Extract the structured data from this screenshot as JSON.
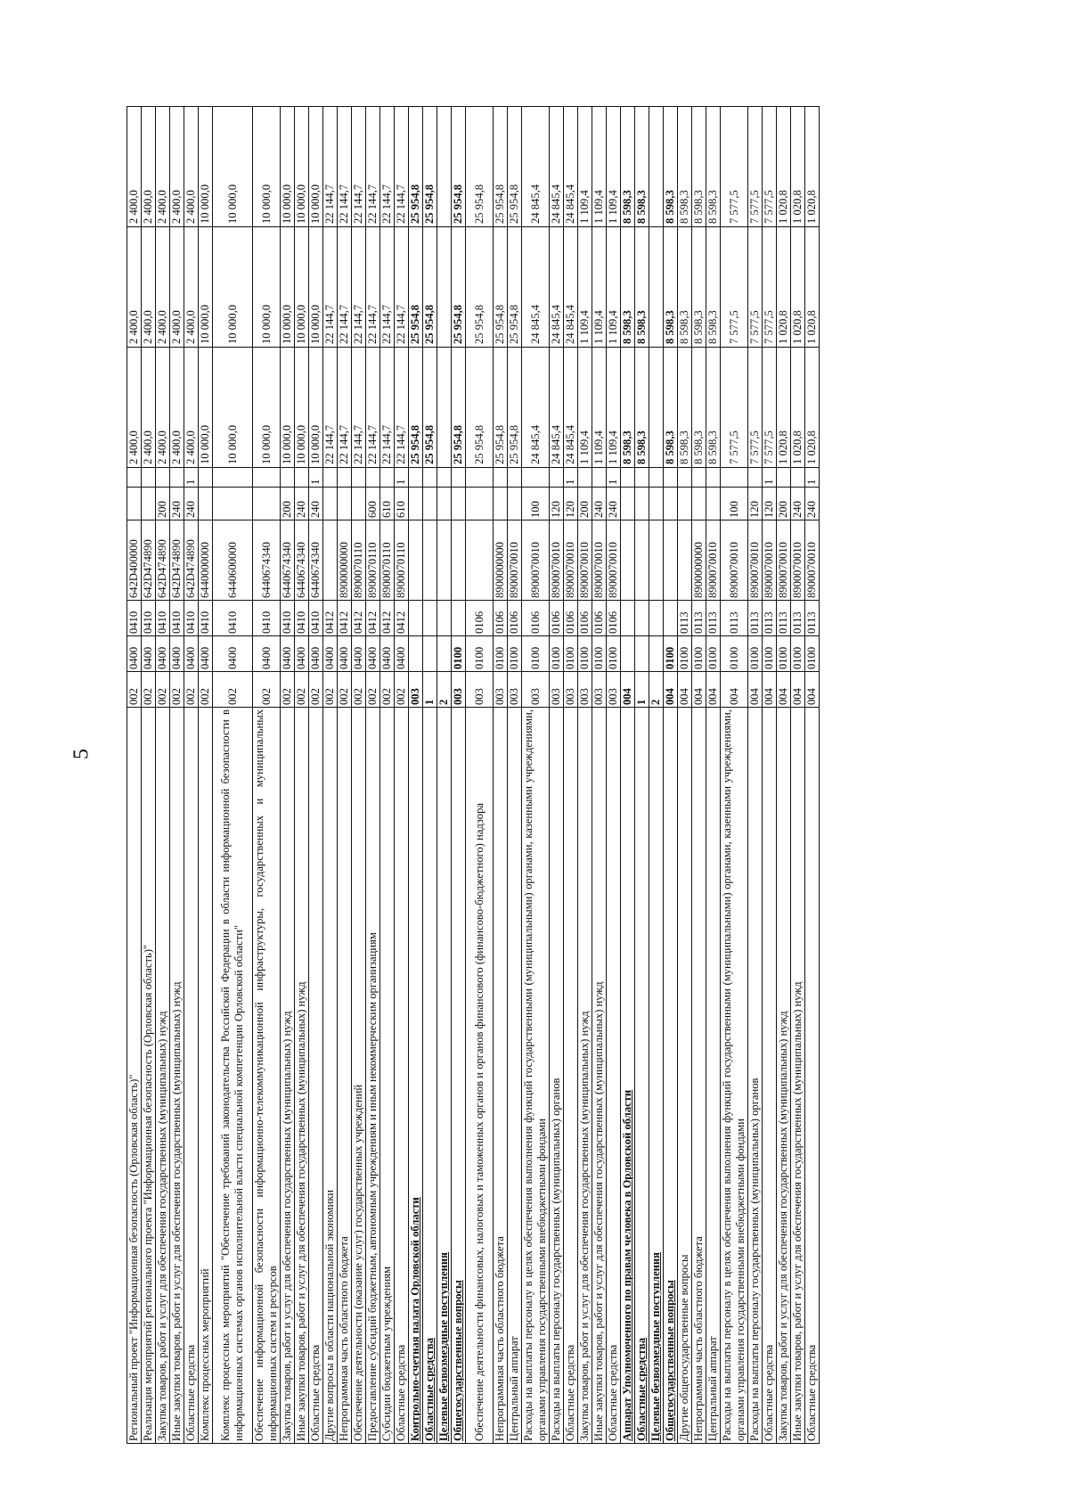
{
  "page_number": "5",
  "rows": [
    {
      "name": "Региональный проект \"Информационная безопасность (Орловская область)\"",
      "ved": "002",
      "rz": "0400",
      "pr": "0410",
      "csr": "642D400000",
      "vr": "",
      "idx": "",
      "v1": "2 400,0",
      "v2": "2 400,0",
      "v3": "2 400,0"
    },
    {
      "name": "Реализация мероприятий регионального проекта \"Информационная безопасность (Орловская область)\"",
      "ved": "002",
      "rz": "0400",
      "pr": "0410",
      "csr": "642D474890",
      "vr": "",
      "idx": "",
      "v1": "2 400,0",
      "v2": "2 400,0",
      "v3": "2 400,0"
    },
    {
      "name": "Закупка товаров, работ и услуг для обеспечения государственных (муниципальных) нужд",
      "ved": "002",
      "rz": "0400",
      "pr": "0410",
      "csr": "642D474890",
      "vr": "200",
      "idx": "",
      "v1": "2 400,0",
      "v2": "2 400,0",
      "v3": "2 400,0"
    },
    {
      "name": "Иные закупки товаров, работ и услуг для обеспечения государственных (муниципальных) нужд",
      "ved": "002",
      "rz": "0400",
      "pr": "0410",
      "csr": "642D474890",
      "vr": "240",
      "idx": "",
      "v1": "2 400,0",
      "v2": "2 400,0",
      "v3": "2 400,0"
    },
    {
      "name": "Областные средства",
      "ved": "002",
      "rz": "0400",
      "pr": "0410",
      "csr": "642D474890",
      "vr": "240",
      "idx": "1",
      "v1": "2 400,0",
      "v2": "2 400,0",
      "v3": "2 400,0"
    },
    {
      "name": "Комплекс процессных мероприятий",
      "ved": "002",
      "rz": "0400",
      "pr": "0410",
      "csr": "6440000000",
      "vr": "",
      "idx": "",
      "v1": "10 000,0",
      "v2": "10 000,0",
      "v3": "10 000,0"
    },
    {
      "name": "Комплекс процессных мероприятий \"Обеспечение требований законодательства Российской Федерации в области информационной безопасности в информационных системах органов исполнительной власти специальной компетенции Орловской области\"",
      "ved": "002",
      "rz": "0400",
      "pr": "0410",
      "csr": "6440600000",
      "vr": "",
      "idx": "",
      "v1": "10 000,0",
      "v2": "10 000,0",
      "v3": "10 000,0",
      "h": 45
    },
    {
      "name": "Обеспечение информационной безопасности информационно-телекоммуникационной инфраструктуры, государственных и муниципальных информационных систем и ресурсов",
      "ved": "002",
      "rz": "0400",
      "pr": "0410",
      "csr": "6440674340",
      "vr": "",
      "idx": "",
      "v1": "10 000,0",
      "v2": "10 000,0",
      "v3": "10 000,0",
      "h": 31
    },
    {
      "name": "Закупка товаров, работ и услуг для обеспечения государственных (муниципальных) нужд",
      "ved": "002",
      "rz": "0400",
      "pr": "0410",
      "csr": "6440674340",
      "vr": "200",
      "idx": "",
      "v1": "10 000,0",
      "v2": "10 000,0",
      "v3": "10 000,0"
    },
    {
      "name": "Иные закупки товаров, работ и услуг для обеспечения государственных (муниципальных) нужд",
      "ved": "002",
      "rz": "0400",
      "pr": "0410",
      "csr": "6440674340",
      "vr": "240",
      "idx": "",
      "v1": "10 000,0",
      "v2": "10 000,0",
      "v3": "10 000,0"
    },
    {
      "name": "Областные средства",
      "ved": "002",
      "rz": "0400",
      "pr": "0410",
      "csr": "6440674340",
      "vr": "240",
      "idx": "1",
      "v1": "10 000,0",
      "v2": "10 000,0",
      "v3": "10 000,0"
    },
    {
      "name": "Другие вопросы в области национальной экономики",
      "ved": "002",
      "rz": "0400",
      "pr": "0412",
      "csr": "",
      "vr": "",
      "idx": "",
      "v1": "22 144,7",
      "v2": "22 144,7",
      "v3": "22 144,7"
    },
    {
      "name": "Непрограммная часть областного бюджета",
      "ved": "002",
      "rz": "0400",
      "pr": "0412",
      "csr": "8900000000",
      "vr": "",
      "idx": "",
      "v1": "22 144,7",
      "v2": "22 144,7",
      "v3": "22 144,7"
    },
    {
      "name": "Обеспечение деятельности (оказание услуг) государственных учреждений",
      "ved": "002",
      "rz": "0400",
      "pr": "0412",
      "csr": "8900070110",
      "vr": "",
      "idx": "",
      "v1": "22 144,7",
      "v2": "22 144,7",
      "v3": "22 144,7"
    },
    {
      "name": "Предоставление субсидий бюджетным, автономным учреждениям и иным некоммерческим организациям",
      "ved": "002",
      "rz": "0400",
      "pr": "0412",
      "csr": "8900070110",
      "vr": "600",
      "idx": "",
      "v1": "22 144,7",
      "v2": "22 144,7",
      "v3": "22 144,7"
    },
    {
      "name": "Субсидии бюджетным учреждениям",
      "ved": "002",
      "rz": "0400",
      "pr": "0412",
      "csr": "8900070110",
      "vr": "610",
      "idx": "",
      "v1": "22 144,7",
      "v2": "22 144,7",
      "v3": "22 144,7"
    },
    {
      "name": "Областные средства",
      "ved": "002",
      "rz": "0400",
      "pr": "0412",
      "csr": "8900070110",
      "vr": "610",
      "idx": "1",
      "v1": "22 144,7",
      "v2": "22 144,7",
      "v3": "22 144,7"
    },
    {
      "name": "Контрольно-счетная палата Орловской области",
      "ved": "003",
      "rz": "",
      "pr": "",
      "csr": "",
      "vr": "",
      "idx": "",
      "v1": "25 954,8",
      "v2": "25 954,8",
      "v3": "25 954,8",
      "b": 1
    },
    {
      "name": "Областные средства",
      "ved": "1",
      "rz": "",
      "pr": "",
      "csr": "",
      "vr": "",
      "idx": "",
      "v1": "25 954,8",
      "v2": "25 954,8",
      "v3": "25 954,8",
      "b": 1
    },
    {
      "name": "Целевые безвозмездные поступления",
      "ved": "2",
      "rz": "",
      "pr": "",
      "csr": "",
      "vr": "",
      "idx": "",
      "v1": "",
      "v2": "",
      "v3": "",
      "b": 1
    },
    {
      "name": "Общегосударственные вопросы",
      "ved": "003",
      "rz": "0100",
      "pr": "",
      "csr": "",
      "vr": "",
      "idx": "",
      "v1": "25 954,8",
      "v2": "25 954,8",
      "v3": "25 954,8",
      "b": 1
    },
    {
      "name": "Обеспечение деятельности финансовых, налоговых и таможенных органов и органов финансового (финансово-бюджетного) надзора",
      "ved": "003",
      "rz": "0100",
      "pr": "0106",
      "csr": "",
      "vr": "",
      "idx": "",
      "v1": "25 954,8",
      "v2": "25 954,8",
      "v3": "25 954,8",
      "h": 31
    },
    {
      "name": "Непрограммная часть областного бюджета",
      "ved": "003",
      "rz": "0100",
      "pr": "0106",
      "csr": "8900000000",
      "vr": "",
      "idx": "",
      "v1": "25 954,8",
      "v2": "25 954,8",
      "v3": "25 954,8"
    },
    {
      "name": "Центральный аппарат",
      "ved": "003",
      "rz": "0100",
      "pr": "0106",
      "csr": "8900070010",
      "vr": "",
      "idx": "",
      "v1": "25 954,8",
      "v2": "25 954,8",
      "v3": "25 954,8"
    },
    {
      "name": "Расходы на выплаты персоналу в целях обеспечения выполнения функций государственными (муниципальными) органами, казенными учреждениями, органами управления государственными внебюджетными фондами",
      "ved": "003",
      "rz": "0100",
      "pr": "0106",
      "csr": "8900070010",
      "vr": "100",
      "idx": "",
      "v1": "24 845,4",
      "v2": "24 845,4",
      "v3": "24 845,4",
      "h": 31
    },
    {
      "name": "Расходы на выплаты персоналу государственных (муниципальных) органов",
      "ved": "003",
      "rz": "0100",
      "pr": "0106",
      "csr": "8900070010",
      "vr": "120",
      "idx": "",
      "v1": "24 845,4",
      "v2": "24 845,4",
      "v3": "24 845,4"
    },
    {
      "name": "Областные средства",
      "ved": "003",
      "rz": "0100",
      "pr": "0106",
      "csr": "8900070010",
      "vr": "120",
      "idx": "1",
      "v1": "24 845,4",
      "v2": "24 845,4",
      "v3": "24 845,4"
    },
    {
      "name": "Закупка товаров, работ и услуг для обеспечения государственных (муниципальных) нужд",
      "ved": "003",
      "rz": "0100",
      "pr": "0106",
      "csr": "8900070010",
      "vr": "200",
      "idx": "",
      "v1": "1 109,4",
      "v2": "1 109,4",
      "v3": "1 109,4"
    },
    {
      "name": "Иные закупки товаров, работ и услуг для обеспечения государственных (муниципальных) нужд",
      "ved": "003",
      "rz": "0100",
      "pr": "0106",
      "csr": "8900070010",
      "vr": "240",
      "idx": "",
      "v1": "1 109,4",
      "v2": "1 109,4",
      "v3": "1 109,4"
    },
    {
      "name": "Областные средства",
      "ved": "003",
      "rz": "0100",
      "pr": "0106",
      "csr": "8900070010",
      "vr": "240",
      "idx": "1",
      "v1": "1 109,4",
      "v2": "1 109,4",
      "v3": "1 109,4"
    },
    {
      "name": "Аппарат Уполномоченного по правам человека в Орловской области",
      "ved": "004",
      "rz": "",
      "pr": "",
      "csr": "",
      "vr": "",
      "idx": "",
      "v1": "8 598,3",
      "v2": "8 598,3",
      "v3": "8 598,3",
      "b": 1
    },
    {
      "name": "Областные средства",
      "ved": "1",
      "rz": "",
      "pr": "",
      "csr": "",
      "vr": "",
      "idx": "",
      "v1": "8 598,3",
      "v2": "8 598,3",
      "v3": "8 598,3",
      "b": 1
    },
    {
      "name": "Целевые безвозмездные поступления",
      "ved": "2",
      "rz": "",
      "pr": "",
      "csr": "",
      "vr": "",
      "idx": "",
      "v1": "",
      "v2": "",
      "v3": "",
      "b": 1
    },
    {
      "name": "Общегосударственные вопросы",
      "ved": "004",
      "rz": "0100",
      "pr": "",
      "csr": "",
      "vr": "",
      "idx": "",
      "v1": "8 598,3",
      "v2": "8 598,3",
      "v3": "8 598,3",
      "b": 1
    },
    {
      "name": "Другие общегосударственные вопросы",
      "ved": "004",
      "rz": "0100",
      "pr": "0113",
      "csr": "",
      "vr": "",
      "idx": "",
      "v1": "8 598,3",
      "v2": "8 598,3",
      "v3": "8 598,3"
    },
    {
      "name": "Непрограммная часть областного бюджета",
      "ved": "004",
      "rz": "0100",
      "pr": "0113",
      "csr": "8900000000",
      "vr": "",
      "idx": "",
      "v1": "8 598,3",
      "v2": "8 598,3",
      "v3": "8 598,3"
    },
    {
      "name": "Центральный аппарат",
      "ved": "004",
      "rz": "0100",
      "pr": "0113",
      "csr": "8900070010",
      "vr": "",
      "idx": "",
      "v1": "8 598,3",
      "v2": "8 598,3",
      "v3": "8 598,3"
    },
    {
      "name": "Расходы на выплаты персоналу в целях обеспечения выполнения функций государственными (муниципальными) органами, казенными учреждениями, органами управления государственными внебюджетными фондами",
      "ved": "004",
      "rz": "0100",
      "pr": "0113",
      "csr": "8900070010",
      "vr": "100",
      "idx": "",
      "v1": "7 577,5",
      "v2": "7 577,5",
      "v3": "7 577,5",
      "h": 31
    },
    {
      "name": "Расходы на выплаты персоналу государственных (муниципальных) органов",
      "ved": "004",
      "rz": "0100",
      "pr": "0113",
      "csr": "8900070010",
      "vr": "120",
      "idx": "",
      "v1": "7 577,5",
      "v2": "7 577,5",
      "v3": "7 577,5"
    },
    {
      "name": "Областные средства",
      "ved": "004",
      "rz": "0100",
      "pr": "0113",
      "csr": "8900070010",
      "vr": "120",
      "idx": "1",
      "v1": "7 577,5",
      "v2": "7 577,5",
      "v3": "7 577,5"
    },
    {
      "name": "Закупка товаров, работ и услуг для обеспечения государственных (муниципальных) нужд",
      "ved": "004",
      "rz": "0100",
      "pr": "0113",
      "csr": "8900070010",
      "vr": "200",
      "idx": "",
      "v1": "1 020,8",
      "v2": "1 020,8",
      "v3": "1 020,8"
    },
    {
      "name": "Иные закупки товаров, работ и услуг для обеспечения государственных (муниципальных) нужд",
      "ved": "004",
      "rz": "0100",
      "pr": "0113",
      "csr": "8900070010",
      "vr": "240",
      "idx": "",
      "v1": "1 020,8",
      "v2": "1 020,8",
      "v3": "1 020,8"
    },
    {
      "name": "Областные средства",
      "ved": "004",
      "rz": "0100",
      "pr": "0113",
      "csr": "8900070010",
      "vr": "240",
      "idx": "1",
      "v1": "1 020,8",
      "v2": "1 020,8",
      "v3": "1 020,8"
    }
  ]
}
